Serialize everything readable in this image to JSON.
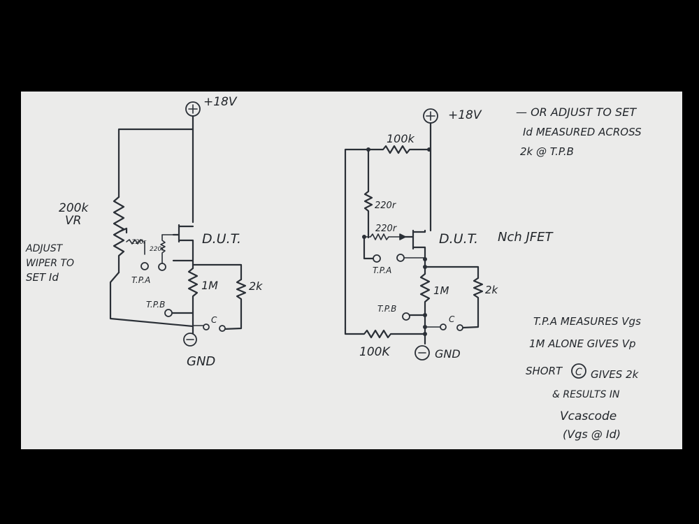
{
  "left": {
    "supply": "+18V",
    "ground": "GND",
    "pot": "200k",
    "pot2": "VR",
    "note1": "ADJUST",
    "note2": "WIPER TO",
    "note3": "SET Id",
    "r220a": "220r",
    "r220b": "220r",
    "dut": "D.U.T.",
    "tpa": "T.P.A",
    "tpb": "T.P.B",
    "r1m": "1M",
    "r2k": "2k",
    "c": "C"
  },
  "right": {
    "supply": "+18V",
    "ground": "GND",
    "r100k_top": "100k",
    "r100k_bot": "100K",
    "r220a": "220r",
    "r220b": "220r",
    "dut": "D.U.T.",
    "type": "Nch JFET",
    "tpa": "T.P.A",
    "tpb": "T.P.B",
    "r1m": "1M",
    "r2k": "2k",
    "c": "C"
  },
  "notes": {
    "n1": "— OR ADJUST TO SET",
    "n2": "Id MEASURED ACROSS",
    "n3": "2k @ T.P.B",
    "n4": "T.P.A MEASURES Vgs",
    "n5": "1M ALONE GIVES Vp",
    "n6a": "SHORT",
    "n6c": "C",
    "n6b": "GIVES 2k",
    "n7": "& RESULTS IN",
    "n8": "Vcascode",
    "n9": "(Vgs @ Id)"
  }
}
